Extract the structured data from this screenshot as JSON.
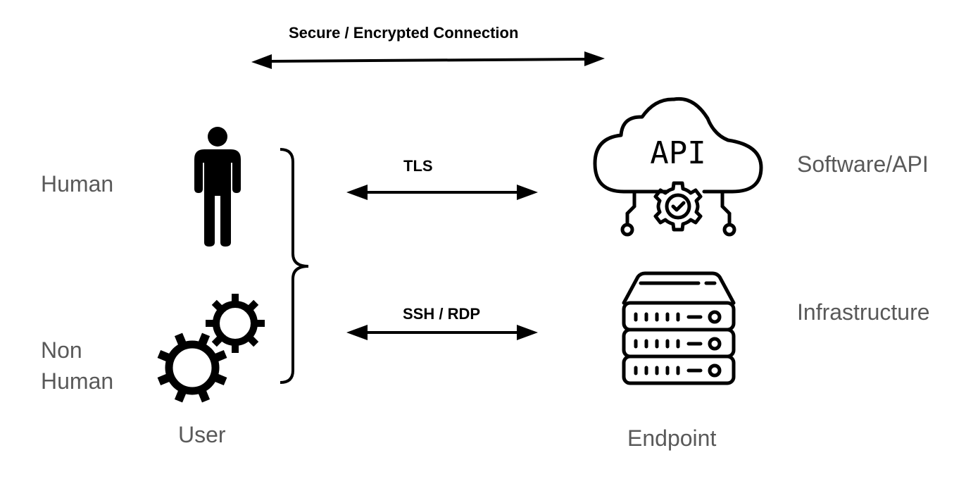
{
  "top_connection": {
    "label": "Secure / Encrypted Connection"
  },
  "connections": [
    {
      "label": "TLS"
    },
    {
      "label": "SSH / RDP"
    }
  ],
  "user_side": {
    "title": "User",
    "types": [
      {
        "label": "Human",
        "icon": "person-icon"
      },
      {
        "label_line1": "Non",
        "label_line2": "Human",
        "icon": "gears-icon"
      }
    ]
  },
  "endpoint_side": {
    "title": "Endpoint",
    "types": [
      {
        "label": "Software/API",
        "icon": "cloud-api-icon",
        "icon_text": "API"
      },
      {
        "label": "Infrastructure",
        "icon": "server-stack-icon"
      }
    ]
  },
  "colors": {
    "label_gray": "#595959",
    "stroke": "#000000"
  }
}
